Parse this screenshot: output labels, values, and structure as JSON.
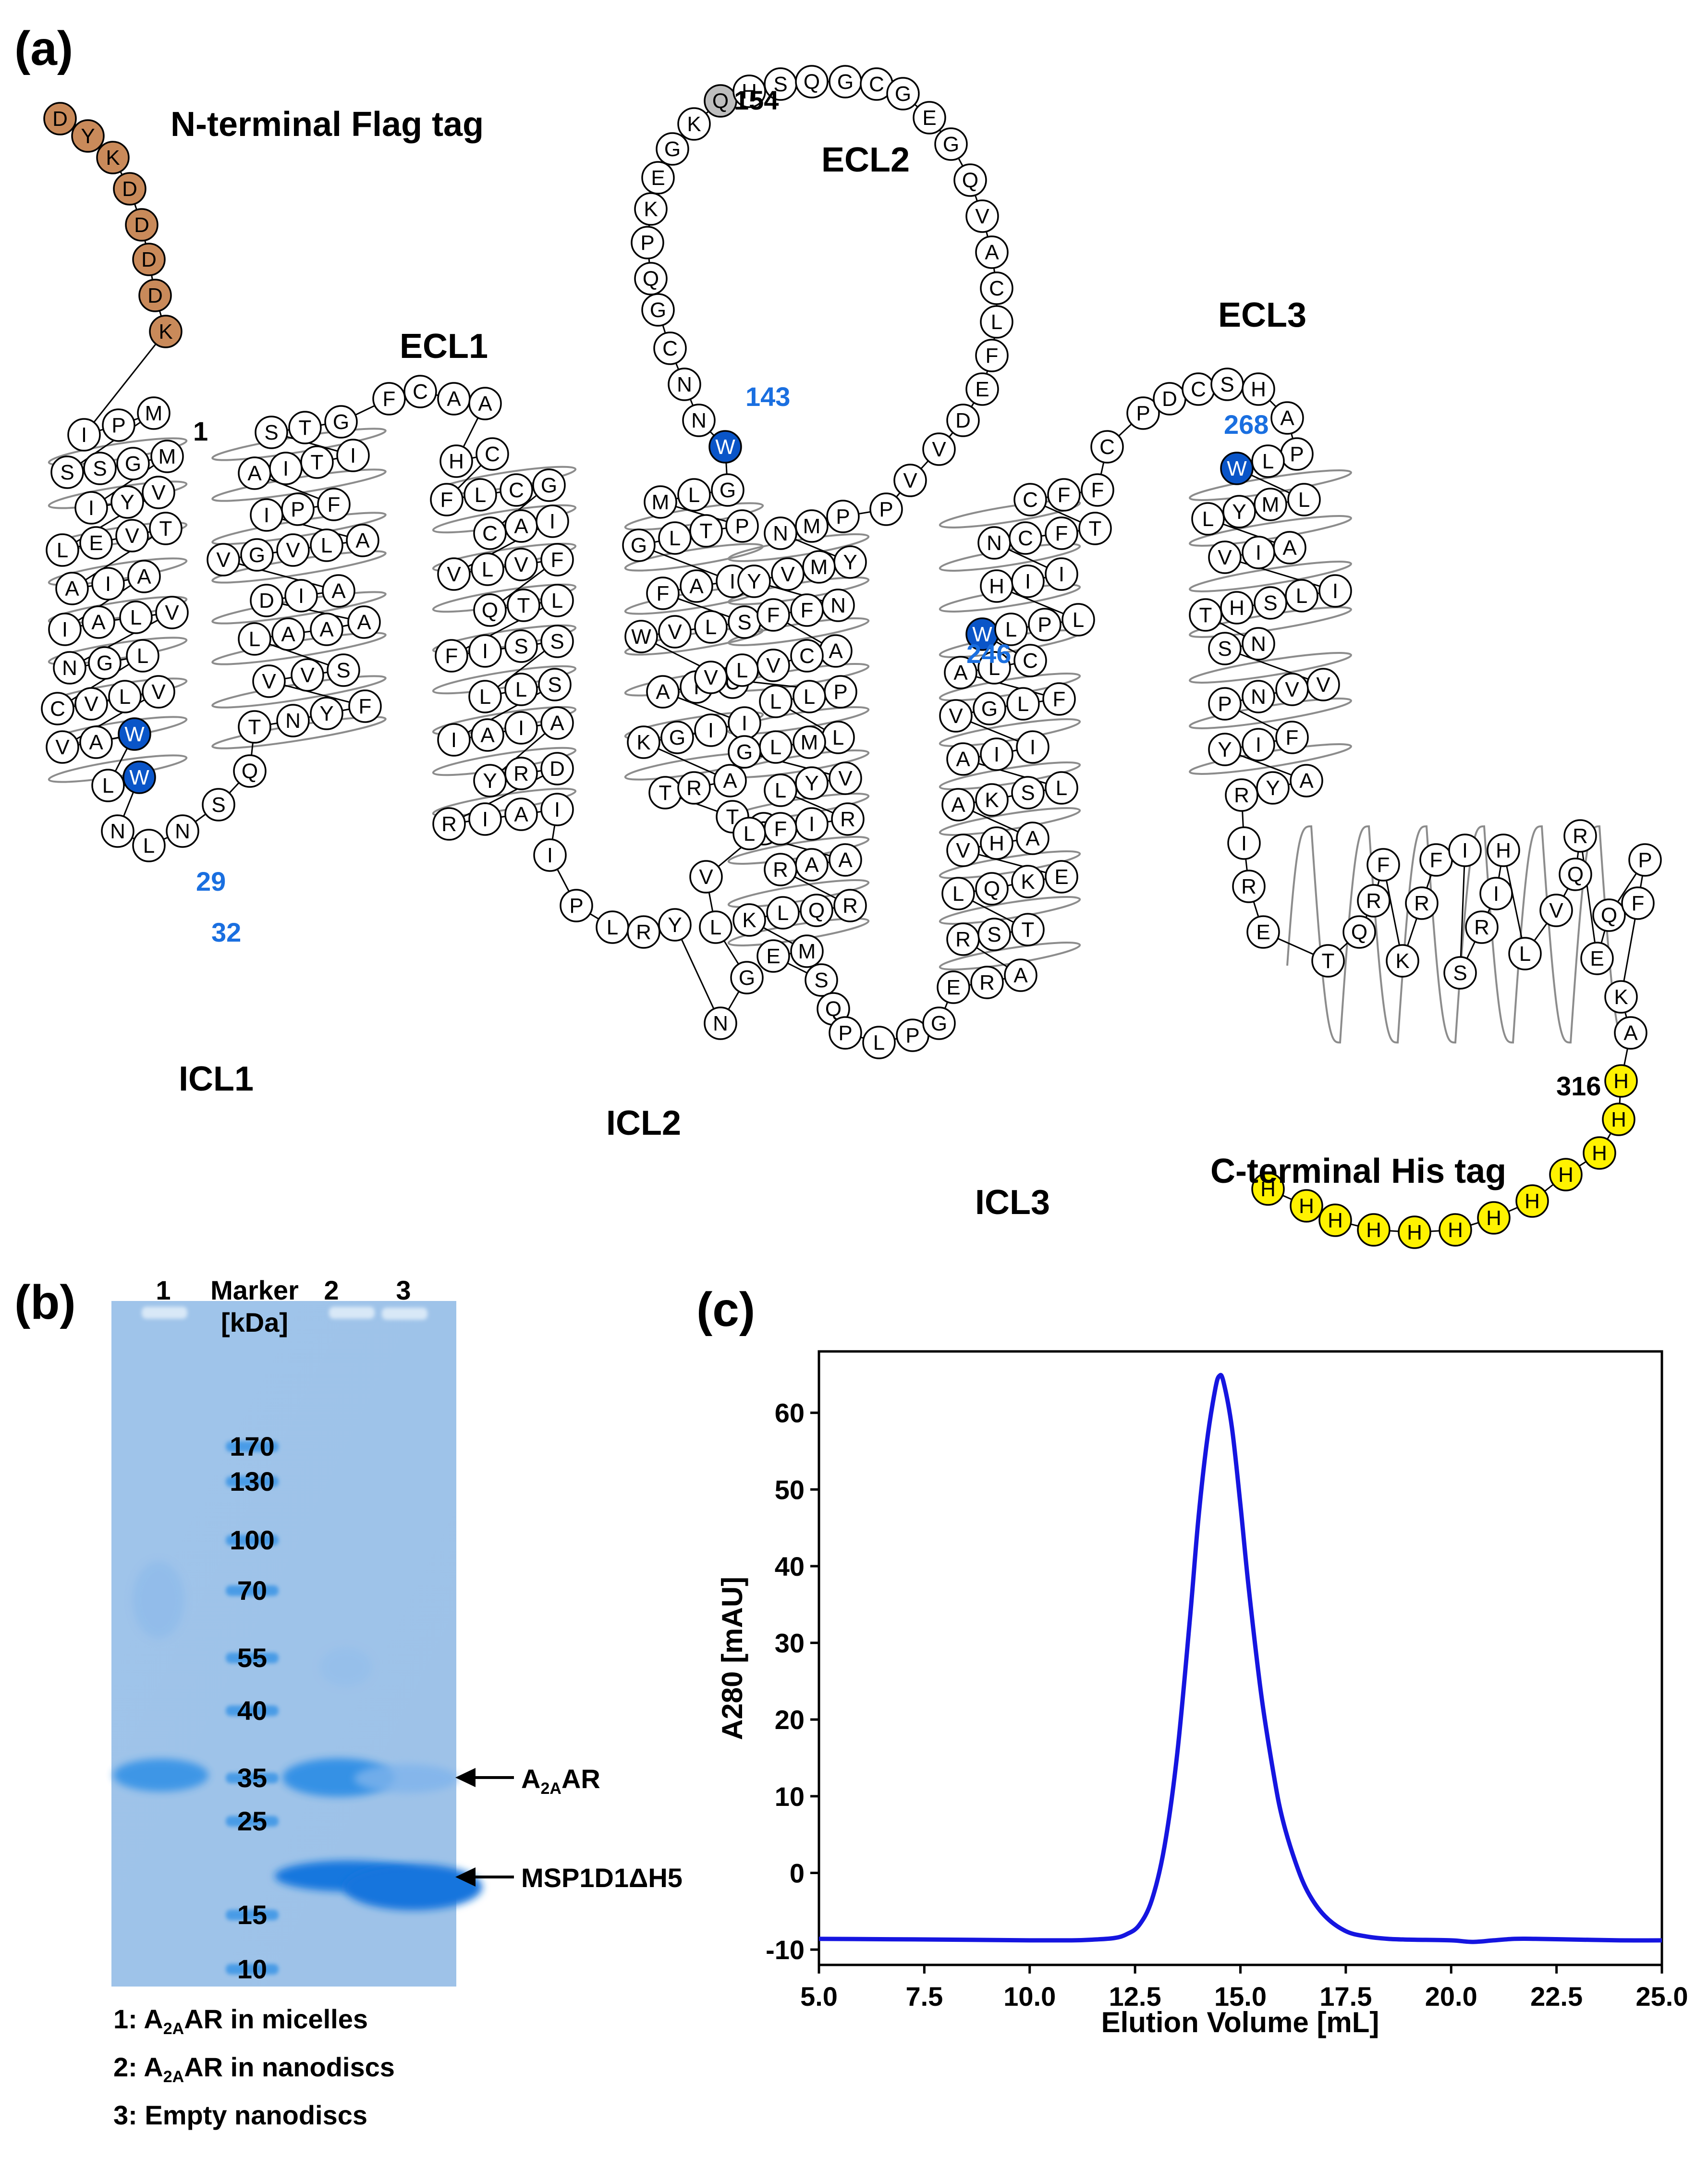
{
  "panels": {
    "a": {
      "label": "(a)"
    },
    "b": {
      "label": "(b)"
    },
    "c": {
      "label": "(c)"
    }
  },
  "topology": {
    "region_labels": {
      "nterm": "N-terminal Flag tag",
      "cterm": "C-terminal His tag",
      "ecl1": "ECL1",
      "ecl2": "ECL2",
      "ecl3": "ECL3",
      "icl1": "ICL1",
      "icl2": "ICL2",
      "icl3": "ICL3"
    },
    "number_labels": {
      "n1": "1",
      "n29": "29",
      "n32": "32",
      "n143": "143",
      "n154": "154",
      "n246": "246",
      "n268": "268",
      "n316": "316"
    },
    "colors": {
      "flag": "#C98A5A",
      "his": "#FFF200",
      "trp": "#0A55C8",
      "gln": "#BEBEBE",
      "plain": "#FFFFFF",
      "blue_label": "#1A6FE0",
      "helix": "#8C8C8C"
    }
  },
  "gel": {
    "lane_headers": [
      "1",
      "Marker",
      "2",
      "3"
    ],
    "marker_unit": "[kDa]",
    "marker_bands": [
      "170",
      "130",
      "100",
      "70",
      "55",
      "40",
      "35",
      "25",
      "15",
      "10"
    ],
    "band_labels": {
      "a2aar_main": "A",
      "a2aar_sub": "2A",
      "a2aar_tail": "AR",
      "msp": "MSP1D1ΔH5"
    },
    "legend": [
      {
        "num": "1: A",
        "sub": "2A",
        "rest": "AR in micelles"
      },
      {
        "num": "2: A",
        "sub": "2A",
        "rest": "AR in nanodiscs"
      },
      {
        "num": "3: Empty nanodiscs",
        "sub": "",
        "rest": ""
      }
    ]
  },
  "chart_data": {
    "type": "line",
    "xlabel": "Elution Volume [mL]",
    "ylabel": "A280 [mAU]",
    "xlim": [
      5.0,
      25.0
    ],
    "ylim": [
      -12,
      68
    ],
    "x_ticks": [
      "5.0",
      "7.5",
      "10.0",
      "12.5",
      "15.0",
      "17.5",
      "20.0",
      "22.5",
      "25.0"
    ],
    "y_ticks": [
      "-10",
      "0",
      "10",
      "20",
      "30",
      "40",
      "50",
      "60"
    ],
    "series": [
      {
        "color": "#1515E0",
        "x": [
          5.0,
          8.0,
          10.0,
          11.0,
          11.5,
          12.0,
          12.3,
          12.6,
          12.9,
          13.2,
          13.5,
          13.8,
          14.0,
          14.2,
          14.4,
          14.5,
          14.6,
          14.8,
          15.0,
          15.2,
          15.5,
          15.8,
          16.0,
          16.3,
          16.6,
          17.0,
          17.5,
          18.0,
          18.5,
          19.0,
          20.0,
          20.5,
          21.0,
          21.5,
          22.0,
          23.0,
          24.0,
          25.0
        ],
        "y": [
          -8.6,
          -8.7,
          -8.8,
          -8.8,
          -8.7,
          -8.5,
          -8.0,
          -6.8,
          -3.5,
          3.5,
          15.5,
          33.0,
          46.0,
          56.0,
          63.0,
          64.8,
          64.0,
          58.0,
          48.0,
          37.0,
          23.0,
          12.5,
          7.0,
          1.5,
          -2.5,
          -5.6,
          -7.6,
          -8.3,
          -8.6,
          -8.7,
          -8.8,
          -9.0,
          -8.8,
          -8.6,
          -8.6,
          -8.7,
          -8.8,
          -8.8
        ]
      }
    ]
  }
}
